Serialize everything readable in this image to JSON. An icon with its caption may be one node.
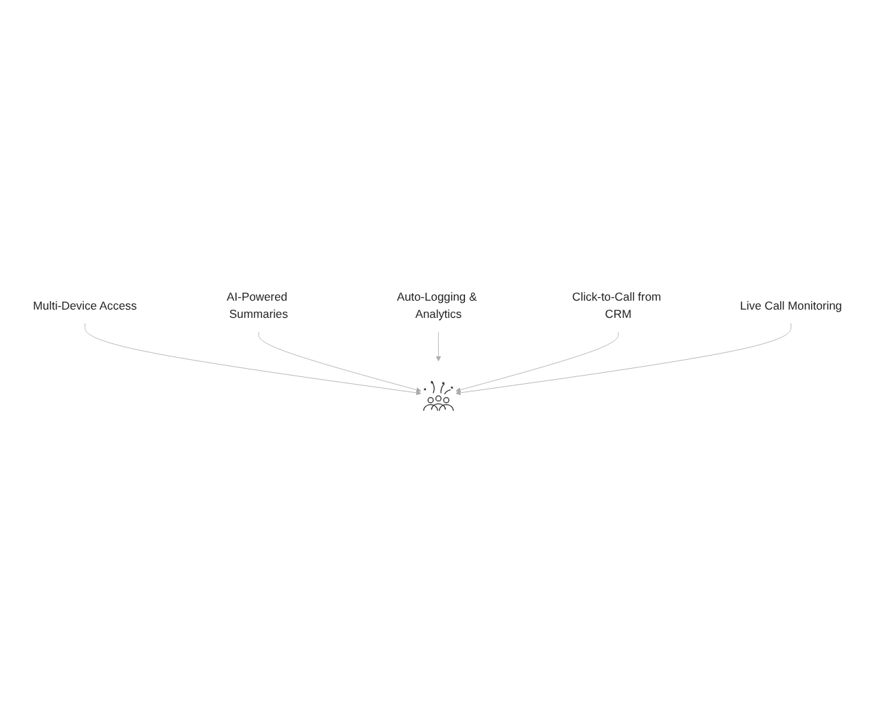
{
  "diagram": {
    "nodes": [
      {
        "text": [
          "Multi-Device Access"
        ]
      },
      {
        "text": [
          "AI-Powered Summaries"
        ]
      },
      {
        "text": [],
        "shape": "picture"
      },
      {
        "text": [
          "Auto-Logging & Analytics"
        ]
      },
      {
        "text": [
          "Click-to-Call from CRM"
        ]
      },
      {
        "text": [
          "Live Call Monitoring"
        ]
      }
    ],
    "edges": [
      {
        "from": 0,
        "to": 2,
        "arrow": "to"
      },
      {
        "from": 1,
        "to": 2,
        "arrow": "to"
      },
      {
        "from": 3,
        "to": 2,
        "arrow": "to"
      },
      {
        "from": 4,
        "to": 2,
        "arrow": "to"
      },
      {
        "from": 5,
        "to": 2,
        "arrow": "to"
      }
    ]
  }
}
